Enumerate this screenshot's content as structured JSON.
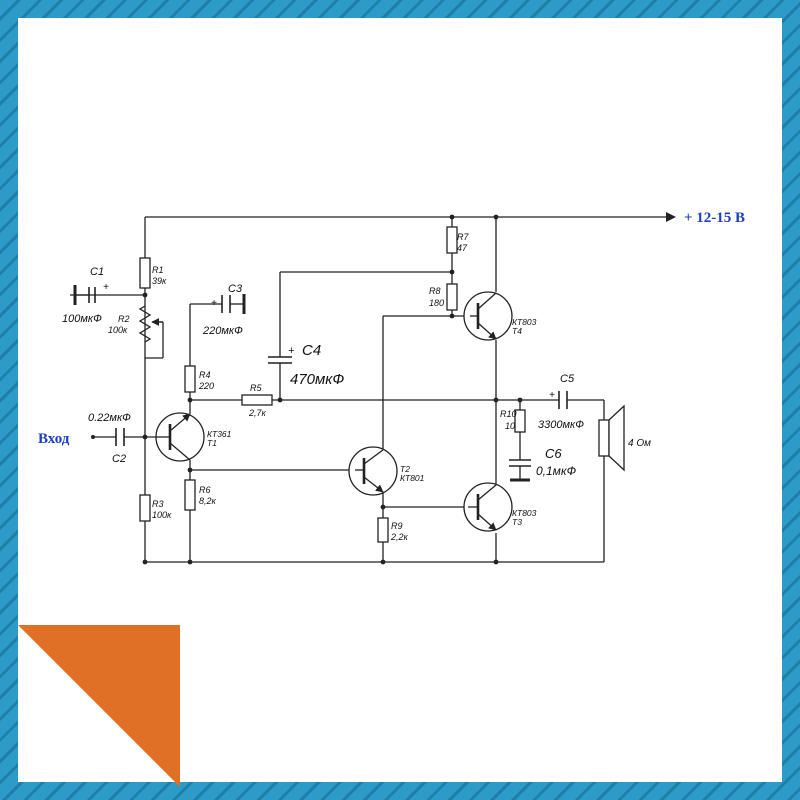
{
  "supply_label": "+ 12-15 В",
  "input_label": "Вход",
  "components": {
    "c1": {
      "name": "C1",
      "value": "100мкФ",
      "polarity": "+"
    },
    "c2": {
      "name": "C2",
      "value": "0.22мкФ"
    },
    "c3": {
      "name": "C3",
      "value": "220мкФ",
      "polarity": "+"
    },
    "c4": {
      "name": "C4",
      "value": "470мкФ",
      "polarity": "+"
    },
    "c5": {
      "name": "C5",
      "value": "3300мкФ",
      "polarity": "+"
    },
    "c6": {
      "name": "C6",
      "value": "0,1мкФ"
    },
    "r1": {
      "name": "R1",
      "value": "39к"
    },
    "r2": {
      "name": "R2",
      "value": "100к"
    },
    "r3": {
      "name": "R3",
      "value": "100к"
    },
    "r4": {
      "name": "R4",
      "value": "220"
    },
    "r5": {
      "name": "R5",
      "value": "2,7к"
    },
    "r6": {
      "name": "R6",
      "value": "8,2к"
    },
    "r7": {
      "name": "R7",
      "value": "47"
    },
    "r8": {
      "name": "R8",
      "value": "180"
    },
    "r9": {
      "name": "R9",
      "value": "2,2к"
    },
    "r10": {
      "name": "R10",
      "value": "10"
    },
    "t1": {
      "name": "T1",
      "type": "КТ361"
    },
    "t2": {
      "name": "T2",
      "type": "КТ801"
    },
    "t3": {
      "name": "T3",
      "type": "КТ803"
    },
    "t4": {
      "name": "T4",
      "type": "КТ803"
    },
    "speaker": {
      "value": "4 Ом"
    }
  },
  "colors": {
    "frame": "#2d9bc8",
    "corner": "#e07025",
    "labels": "#1a3fbf"
  }
}
